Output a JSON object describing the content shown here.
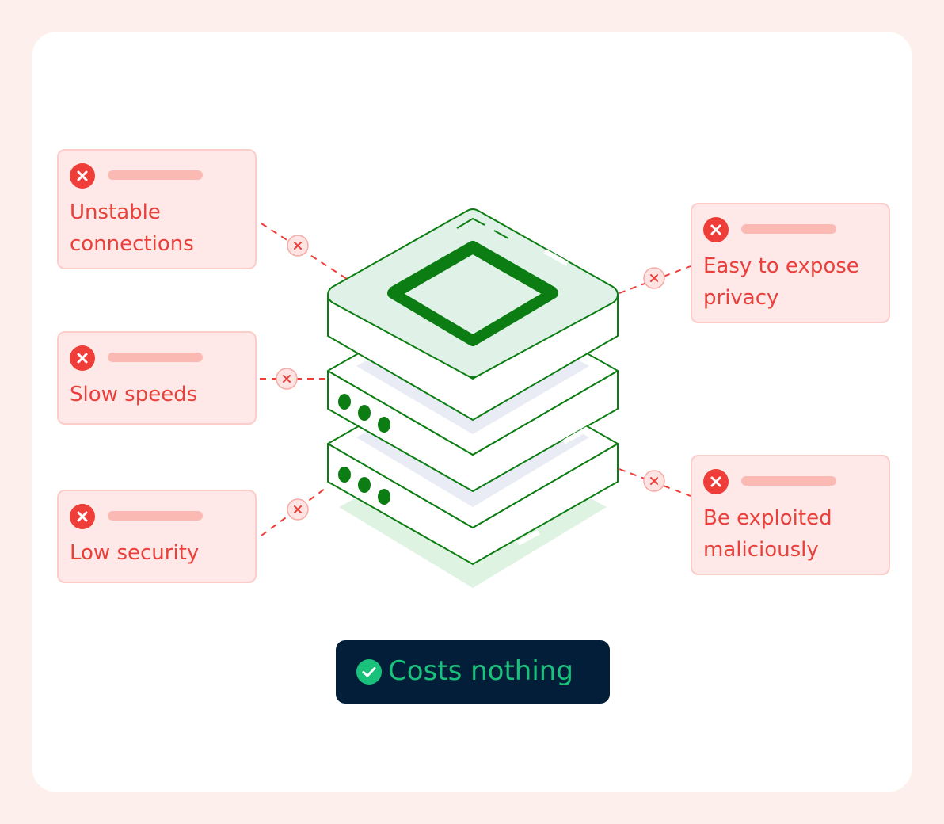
{
  "issues": {
    "unstable": "Unstable connections",
    "slow": "Slow speeds",
    "security": "Low security",
    "privacy": "Easy to expose privacy",
    "exploited": "Be exploited maliciously"
  },
  "badge": {
    "label": "Costs nothing"
  },
  "colors": {
    "background": "#fdefec",
    "panel": "#ffffff",
    "card_fill": "#fee9e8",
    "card_border": "#fbcdca",
    "negative_red": "#ef3e3a",
    "server_green": "#0c7d12",
    "server_fill": "#e0f2e7",
    "badge_bg": "#031e38",
    "badge_text": "#19c27a"
  },
  "icons": {
    "issue": "close-icon",
    "connector": "close-icon",
    "badge": "check-circle-icon"
  }
}
